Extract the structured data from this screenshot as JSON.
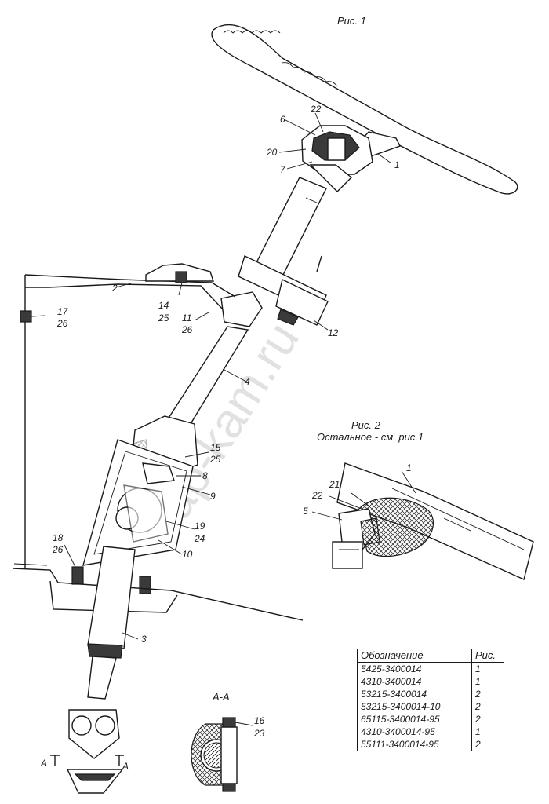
{
  "captions": {
    "fig1": "Рис. 1",
    "fig2": "Рис. 2",
    "fig2_note": "Остальное - см. рис.1",
    "section": "А-А",
    "arrow_a_left": "А",
    "arrow_a_right": "А"
  },
  "watermark": "ap-kam.ru",
  "callouts": {
    "c1": "1",
    "c2": "2",
    "c3": "3",
    "c4": "4",
    "c6": "6",
    "c7": "7",
    "c8": "8",
    "c9": "9",
    "c10": "10",
    "c11": "11",
    "c12": "12",
    "c14": "14",
    "c15": "15",
    "c17": "17",
    "c18": "18",
    "c19": "19",
    "c20": "20",
    "c22": "22",
    "c24": "24",
    "c25a": "25",
    "c25b": "25",
    "c26a": "26",
    "c26b": "26",
    "c26c": "26",
    "f2_1": "1",
    "f2_21": "21",
    "f2_22": "22",
    "f2_5": "5",
    "aa_16": "16",
    "aa_23": "23"
  },
  "table": {
    "header": [
      "Обозначение",
      "Рис."
    ],
    "rows": [
      [
        "5425-3400014",
        "1"
      ],
      [
        "4310-3400014",
        "1"
      ],
      [
        "53215-3400014",
        "2"
      ],
      [
        "53215-3400014-10",
        "2"
      ],
      [
        "65115-3400014-95",
        "2"
      ],
      [
        "4310-3400014-95",
        "1"
      ],
      [
        "55111-3400014-95",
        "2"
      ]
    ]
  }
}
